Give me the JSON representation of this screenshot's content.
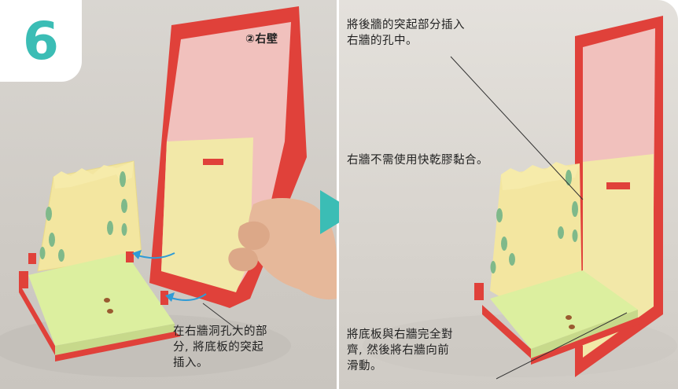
{
  "step": {
    "number": "6"
  },
  "left": {
    "part_label": "②右壁",
    "caption_lines": [
      "在右牆洞孔大的部",
      "分, 將底板的突起",
      "插入。"
    ]
  },
  "right": {
    "note1_lines": [
      "將後牆的突起部分插入",
      "右牆的孔中。"
    ],
    "note2": "右牆不需使用快乾膠黏合。",
    "note3_lines": [
      "將底板與右牆完全對",
      "齊, 然後將右牆向前",
      "滑動。"
    ]
  },
  "colors": {
    "accent": "#3bbdb5",
    "wall_red": "#e0413a",
    "wall_yellow": "#f5e9a6",
    "wall_pink": "#f1c1bd",
    "floor_green": "#dff0a6",
    "guide_arrow": "#2f9bd6"
  }
}
